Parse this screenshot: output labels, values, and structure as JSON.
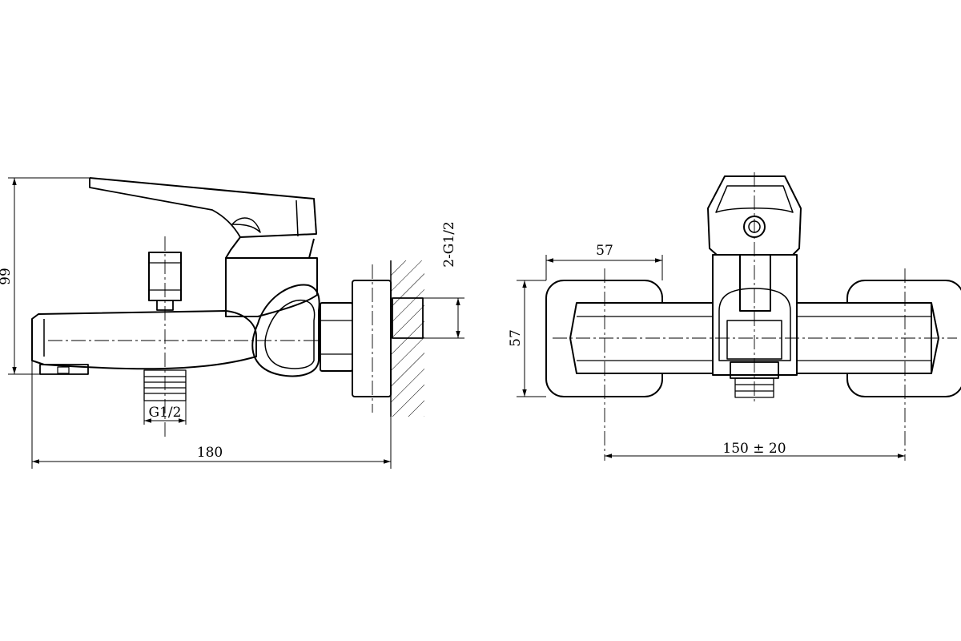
{
  "side_view": {
    "height_label": "99",
    "length_label": "180",
    "inlet_thread_label": "G1/2",
    "wall_thread_label": "2-G1/2"
  },
  "front_view": {
    "flange_width_label": "57",
    "flange_height_label": "57",
    "center_distance_label": "150 ± 20"
  }
}
